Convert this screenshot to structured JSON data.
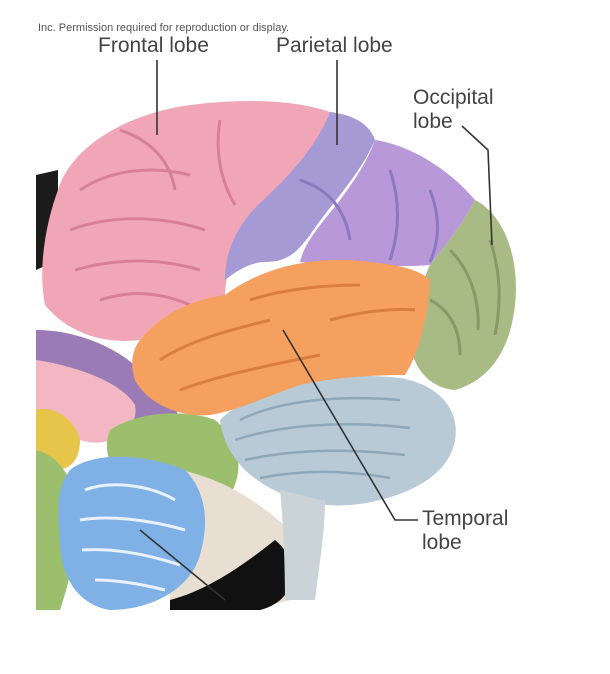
{
  "figure": {
    "credit_line": "Inc. Permission required for reproduction or display.",
    "labels": {
      "frontal": "Frontal lobe",
      "parietal": "Parietal lobe",
      "occipital_line1": "Occipital",
      "occipital_line2": "lobe",
      "temporal_line1": "Temporal",
      "temporal_line2": "lobe"
    },
    "colors": {
      "frontal": "#f1a6b8",
      "parietal": "#a59ad4",
      "parietal_upper": "#b898d8",
      "occipital": "#a9bb84",
      "temporal": "#f6a060",
      "cerebellum": "#b7cad6",
      "inner_purple": "#9a7bb6",
      "limbic_pink": "#f3b7c3",
      "brainstem_blue": "#7fb0e6",
      "olive": "#9cbf6e",
      "yellow": "#e6c54a",
      "leader_lines": "#333333"
    }
  }
}
